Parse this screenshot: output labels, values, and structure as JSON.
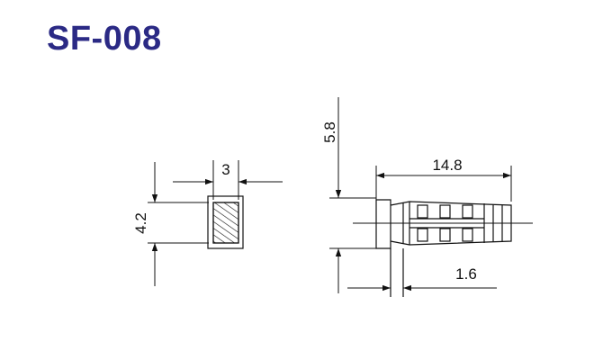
{
  "title": "SF-008",
  "dimensions": {
    "width_top": "3",
    "height_left": "4.2",
    "height_side": "5.8",
    "length": "14.8",
    "offset": "1.6"
  },
  "colors": {
    "title": "#2b2a85",
    "line": "#111111"
  }
}
